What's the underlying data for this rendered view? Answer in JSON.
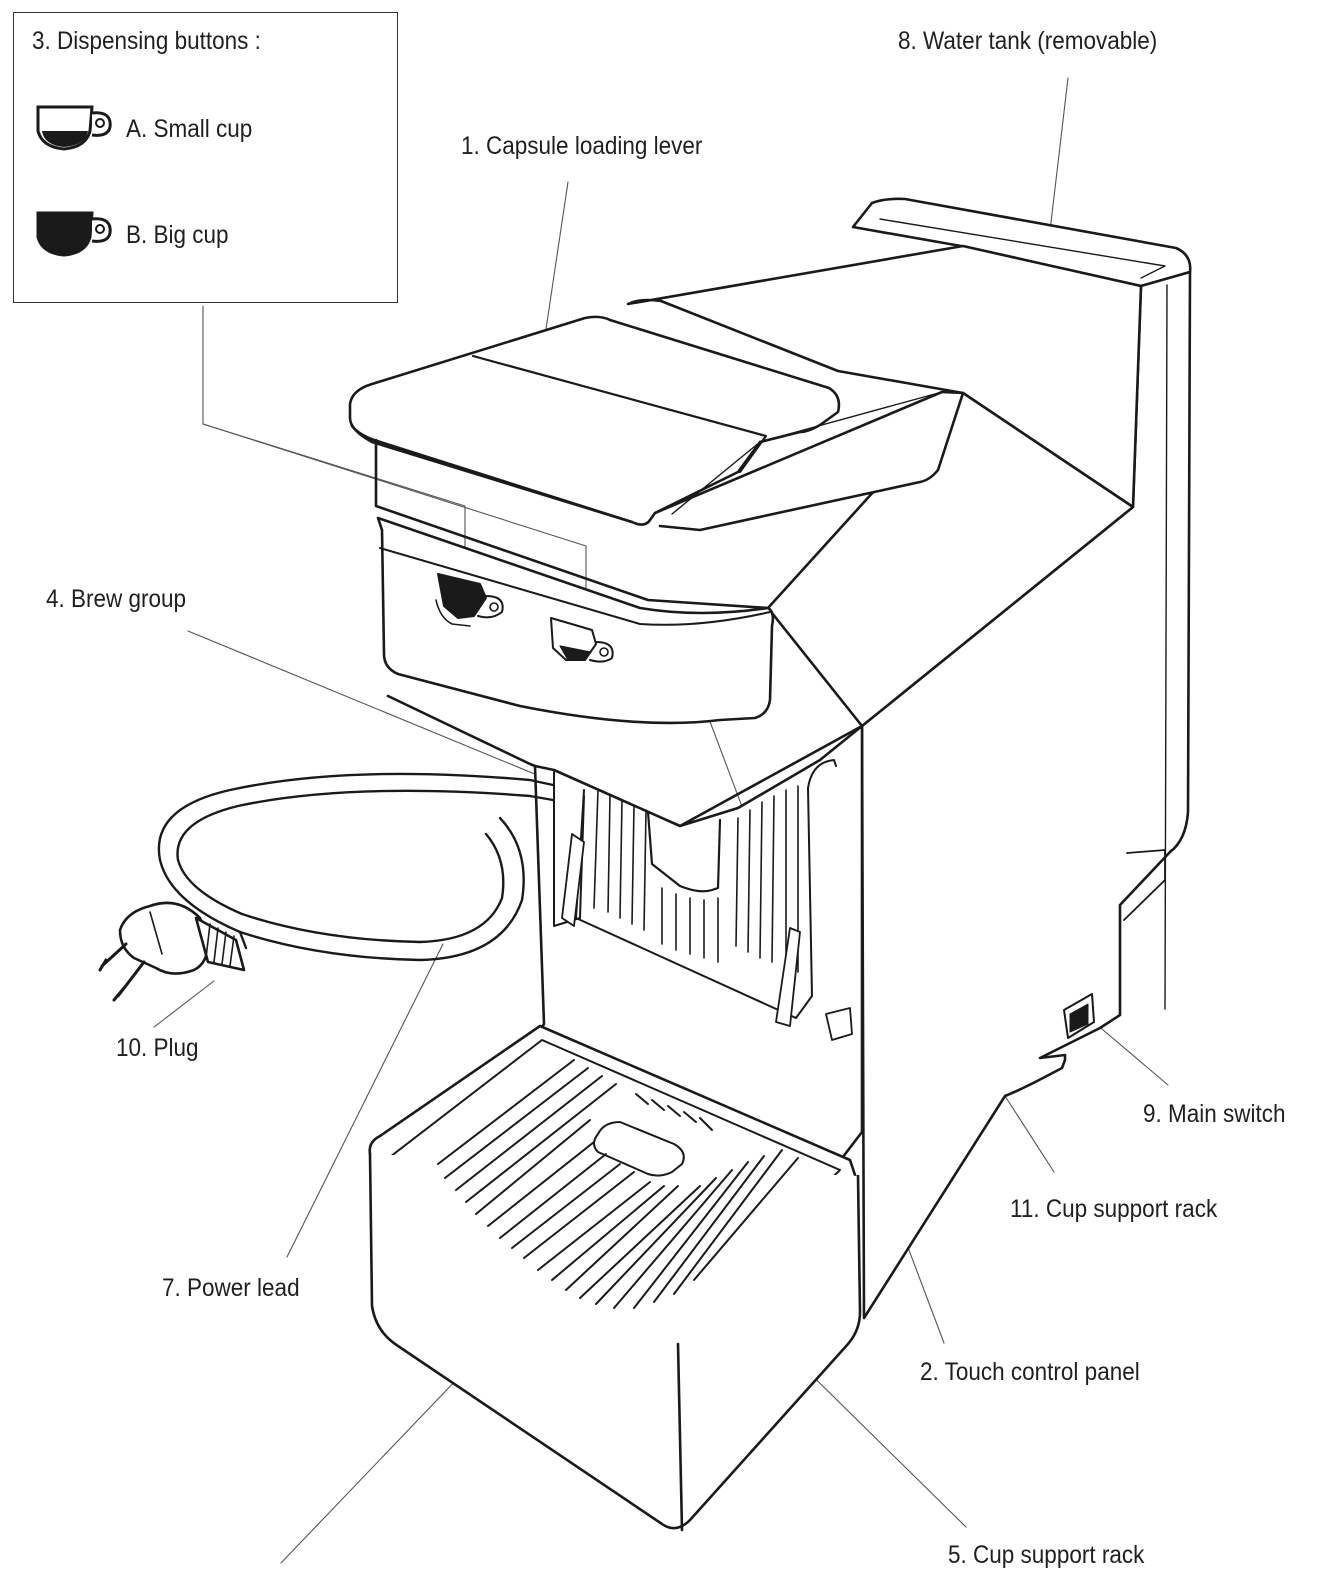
{
  "legend": {
    "title": "3. Dispensing buttons :",
    "small_cup": "A. Small cup",
    "big_cup": "B. Big cup"
  },
  "labels": {
    "capsule_lever": "1. Capsule loading lever",
    "touch_panel": "2. Touch control panel",
    "brew_group": "4. Brew group",
    "cup_rack_front": "5. Cup support rack",
    "power_lead": "7. Power lead",
    "water_tank": "8. Water tank (removable)",
    "main_switch": "9. Main switch",
    "plug": "10. Plug",
    "cup_rack_back": "11. Cup support rack"
  }
}
